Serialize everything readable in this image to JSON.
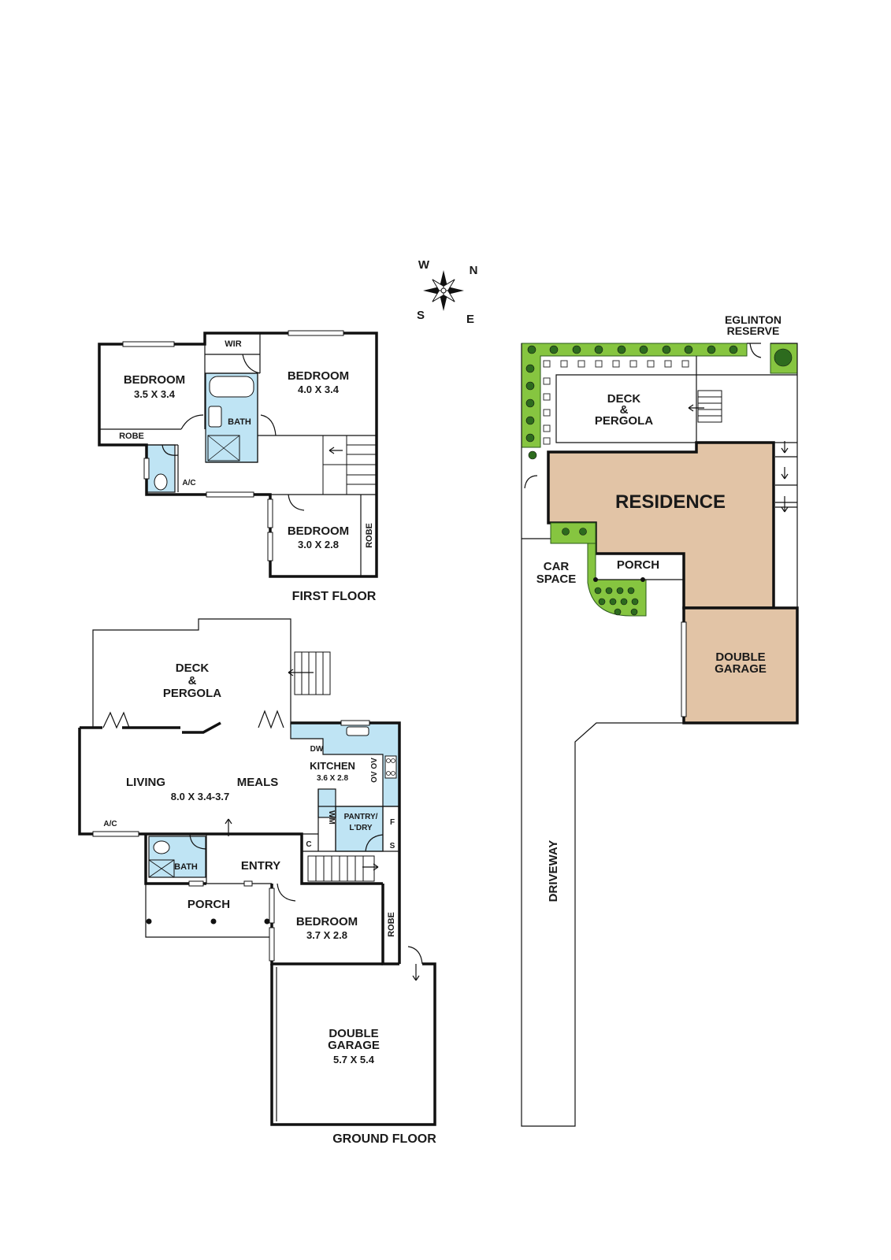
{
  "compass": {
    "w": "W",
    "n": "N",
    "s": "S",
    "e": "E"
  },
  "first_floor": {
    "title": "FIRST FLOOR",
    "bedroom1": {
      "name": "BEDROOM",
      "dims": "3.5 X 3.4"
    },
    "bedroom2": {
      "name": "BEDROOM",
      "dims": "4.0 X 3.4"
    },
    "bedroom3": {
      "name": "BEDROOM",
      "dims": "3.0 X 2.8"
    },
    "wir": "WIR",
    "bath": "BATH",
    "robe1": "ROBE",
    "robe2": "ROBE",
    "ac": "A/C"
  },
  "ground_floor": {
    "title": "GROUND FLOOR",
    "deck": [
      "DECK",
      "&",
      "PERGOLA"
    ],
    "living": "LIVING",
    "meals": "MEALS",
    "living_dims": "8.0 X 3.4-3.7",
    "kitchen": {
      "name": "KITCHEN",
      "dims": "3.6 X 2.8"
    },
    "dw": "DW",
    "ovov": "OV OV",
    "wm": "WM",
    "pantry": [
      "PANTRY/",
      "L'DRY"
    ],
    "f": "F",
    "c": "C",
    "s": "S",
    "ac": "A/C",
    "bath": "BATH",
    "entry": "ENTRY",
    "porch": "PORCH",
    "bedroom": {
      "name": "BEDROOM",
      "dims": "3.7 X 2.8"
    },
    "robe": "ROBE",
    "garage": [
      "DOUBLE",
      "GARAGE"
    ],
    "garage_dims": "5.7 X 5.4"
  },
  "site_plan": {
    "reserve": [
      "EGLINTON",
      "RESERVE"
    ],
    "deck": [
      "DECK",
      "&",
      "PERGOLA"
    ],
    "residence": "RESIDENCE",
    "car_space": [
      "CAR",
      "SPACE"
    ],
    "porch": "PORCH",
    "garage": [
      "DOUBLE",
      "GARAGE"
    ],
    "driveway": "DRIVEWAY"
  },
  "colors": {
    "wet_area": "#bfe4f4",
    "residence": "#e2c4a6",
    "garden": "#86c540",
    "shrub": "#2d6b1e"
  }
}
